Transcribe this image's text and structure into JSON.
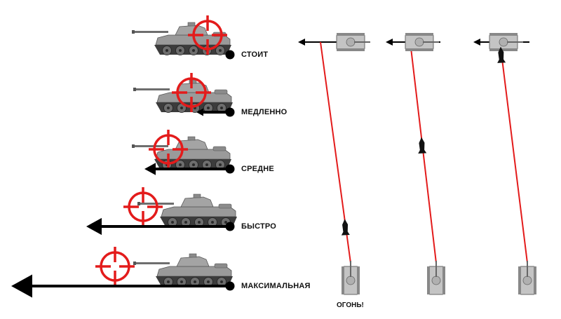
{
  "colors": {
    "reticle": "#e31b1b",
    "trajectory": "#e31b1b",
    "arrow": "#000000",
    "tank_body": "#8e8e8e",
    "tank_dark": "#3a3a3a"
  },
  "icons": {
    "tank": "tank-side-icon",
    "tank_top": "tank-top-view-icon",
    "reticle": "crosshair-icon",
    "projectile": "shell-icon"
  },
  "speeds": [
    {
      "label": "СТОИТ",
      "lead_level": 0
    },
    {
      "label": "МЕДЛЕННО",
      "lead_level": 1
    },
    {
      "label": "СРЕДНЕ",
      "lead_level": 2
    },
    {
      "label": "БЫСТРО",
      "lead_level": 3
    },
    {
      "label": "МАКСИМАЛЬНАЯ",
      "lead_level": 4
    }
  ],
  "fire_label": "ОГОНЬ!",
  "scenarios": [
    {
      "stage": "shot_fired"
    },
    {
      "stage": "shell_midway"
    },
    {
      "stage": "hit"
    }
  ]
}
